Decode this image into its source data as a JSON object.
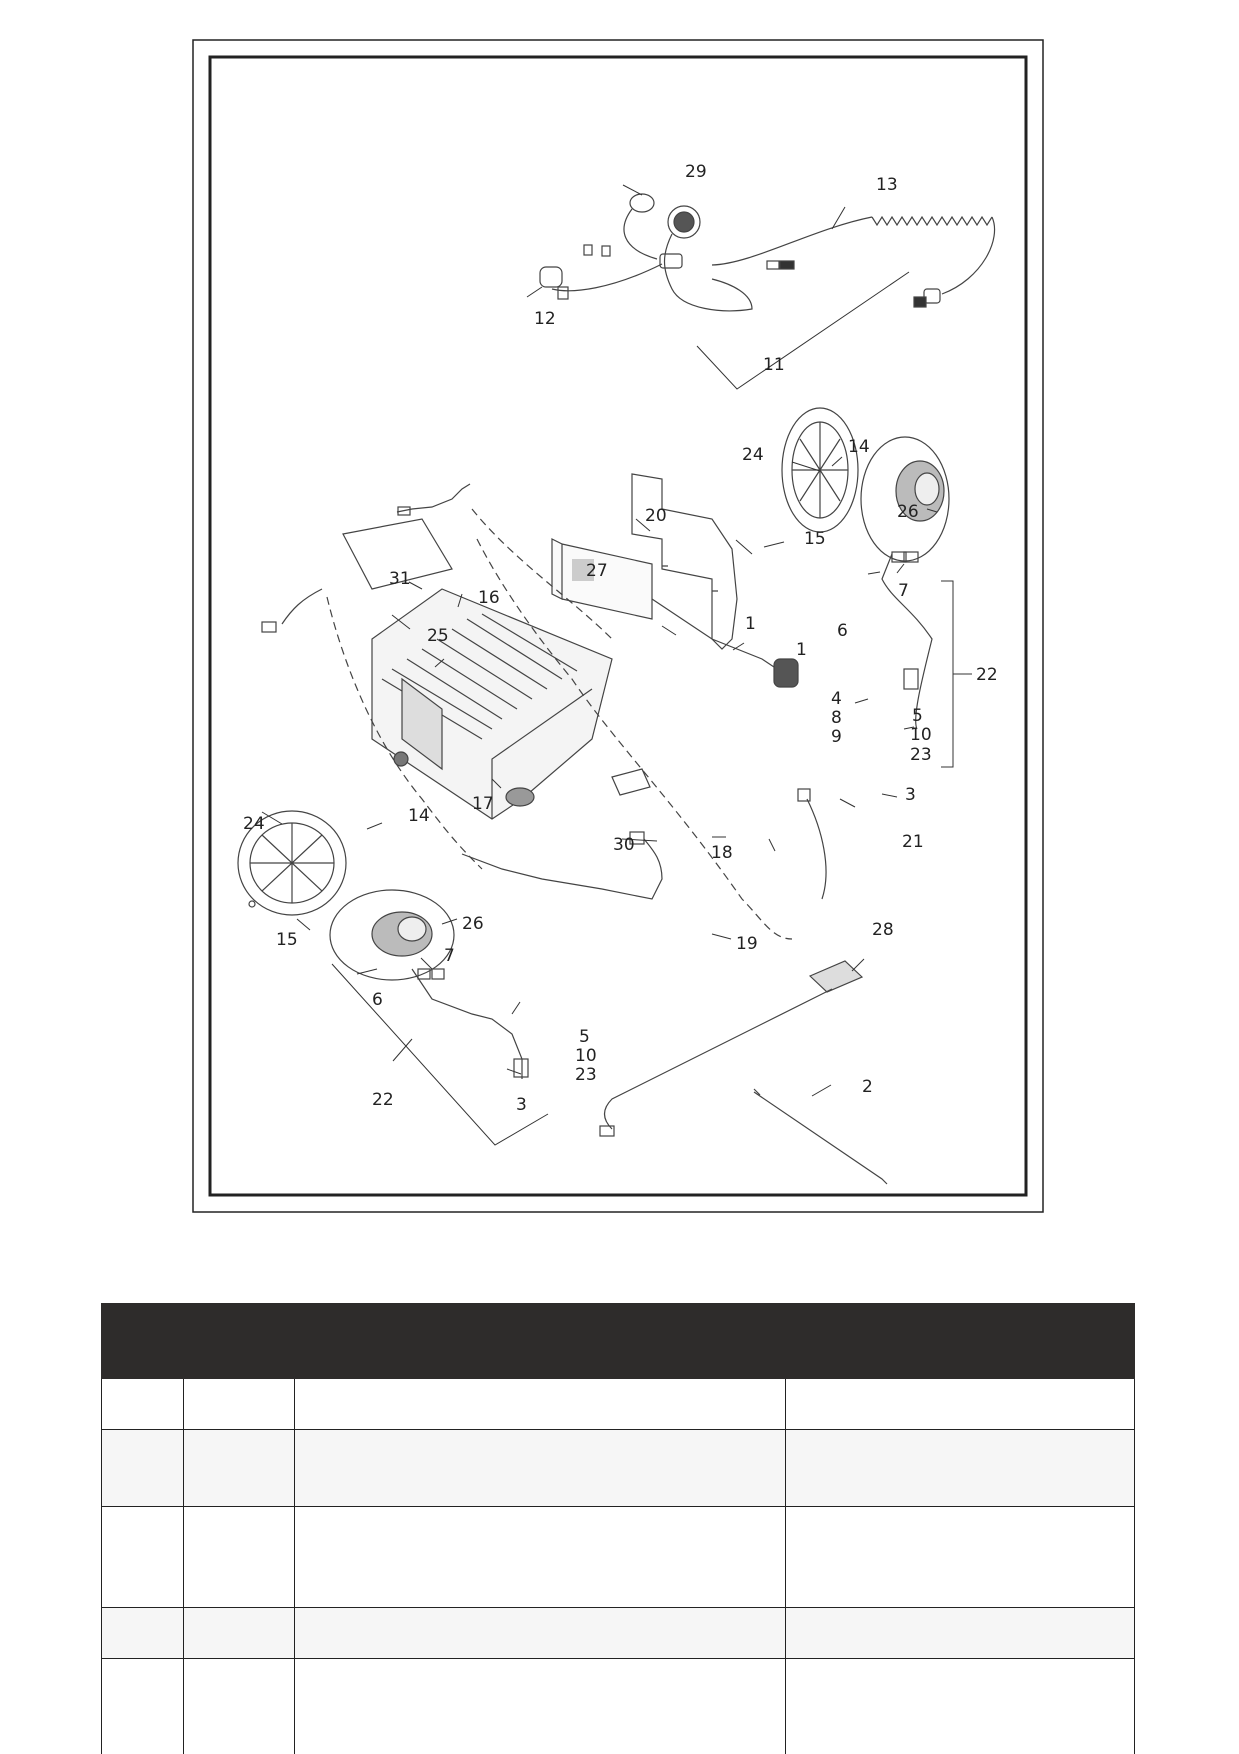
{
  "diagram": {
    "callouts": [
      "1",
      "1",
      "2",
      "3",
      "3",
      "4",
      "5",
      "5",
      "6",
      "6",
      "7",
      "7",
      "8",
      "9",
      "10",
      "10",
      "11",
      "12",
      "13",
      "14",
      "14",
      "15",
      "15",
      "16",
      "17",
      "18",
      "19",
      "20",
      "21",
      "22",
      "22",
      "23",
      "23",
      "24",
      "24",
      "25",
      "26",
      "26",
      "27",
      "28",
      "29",
      "30",
      "31"
    ]
  },
  "table": {
    "header": [
      "",
      "",
      "",
      ""
    ],
    "rows": [
      [
        "",
        "",
        "",
        ""
      ],
      [
        "",
        "",
        "",
        ""
      ],
      [
        "",
        "",
        "",
        ""
      ],
      [
        "",
        "",
        "",
        ""
      ],
      [
        "",
        "",
        "",
        ""
      ]
    ]
  },
  "colors": {
    "header_bg": "#2e2c2b",
    "row_alt_bg": "#f6f6f6",
    "line": "#222222"
  }
}
